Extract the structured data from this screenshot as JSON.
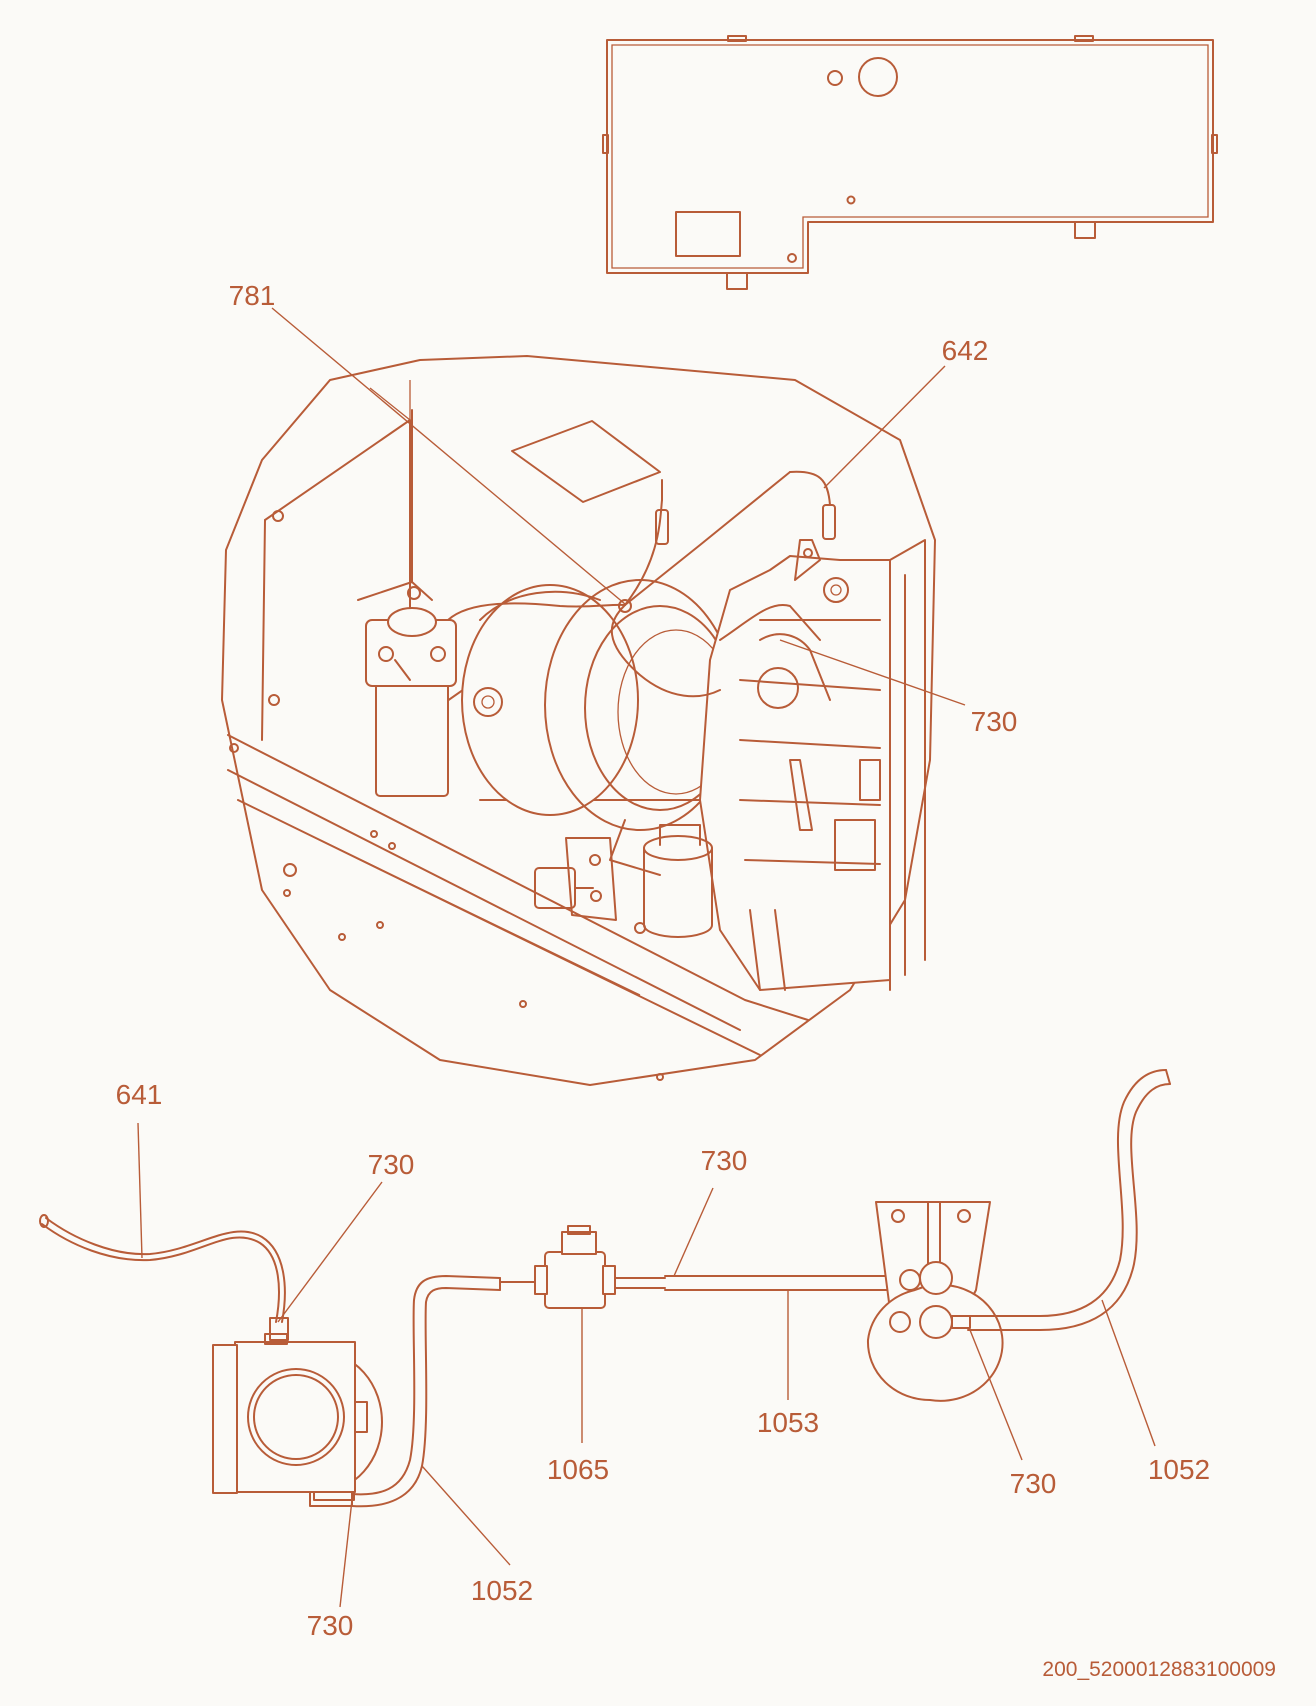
{
  "callouts": {
    "c781": "781",
    "c642": "642",
    "c730_engine": "730",
    "c641": "641",
    "c730_pump_top": "730",
    "c730_tube": "730",
    "c1065": "1065",
    "c1053": "1053",
    "c1052_left": "1052",
    "c730_pump_bottom": "730",
    "c730_bracket": "730",
    "c1052_right": "1052"
  },
  "document_id": "200_5200012883100009",
  "colors": {
    "line": "#b85c38",
    "background": "#fbfaf7"
  }
}
